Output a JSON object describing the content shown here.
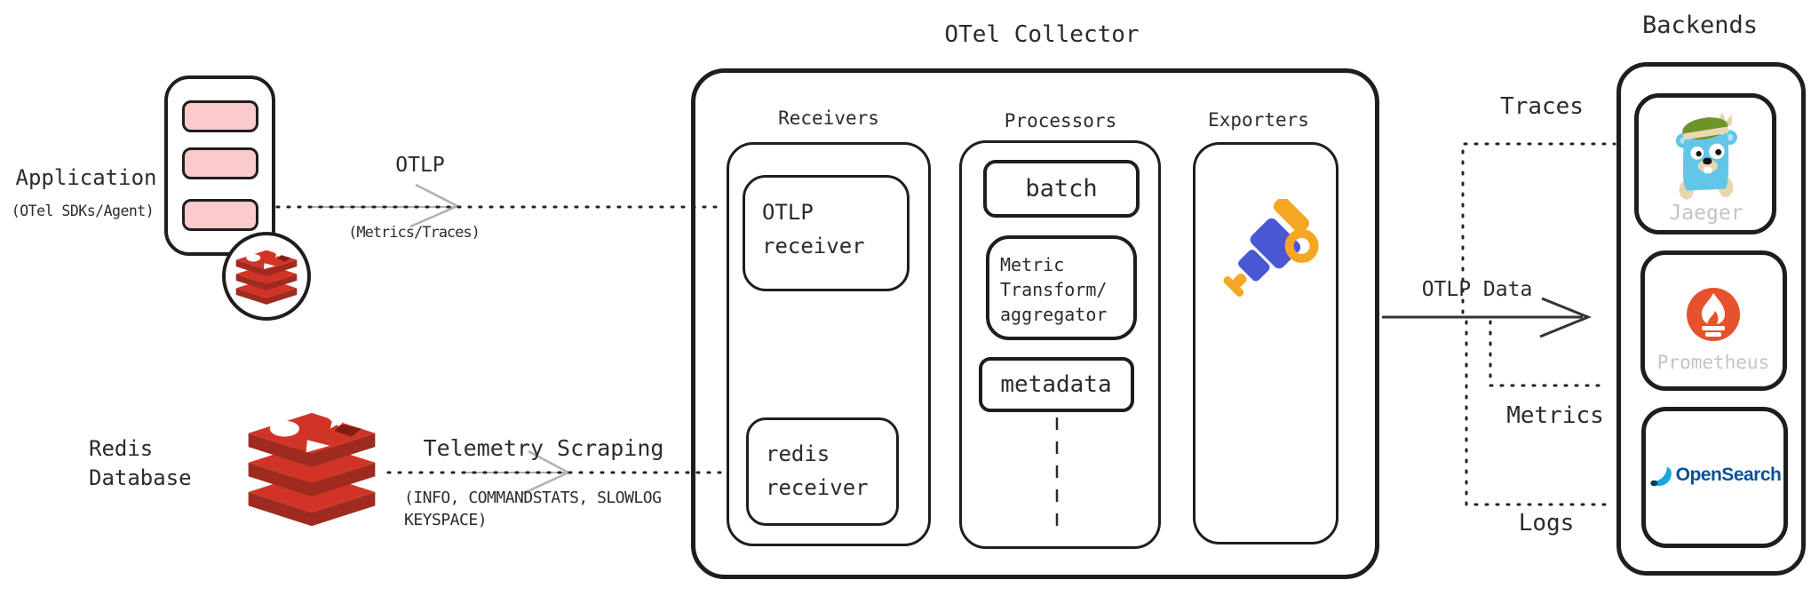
{
  "diagram_title": "OTel Collector",
  "app": {
    "label": "Application",
    "sublabel": "(OTel SDKs/Agent)"
  },
  "redis_db": {
    "label": "Redis\nDatabase"
  },
  "arrows": {
    "otlp": {
      "label": "OTLP",
      "sublabel": "(Metrics/Traces)"
    },
    "scrape": {
      "label": "Telemetry Scraping",
      "sublabel": "(INFO, COMMANDSTATS, SLOWLOG\nKEYSPACE)"
    },
    "otlp_data": {
      "label": "OTLP Data"
    },
    "traces_label": "Traces",
    "metrics_label": "Metrics",
    "logs_label": "Logs"
  },
  "collector": {
    "title": "OTel Collector",
    "receivers": {
      "label": "Receivers",
      "items": [
        "OTLP\nreceiver",
        "redis\nreceiver"
      ]
    },
    "processors": {
      "label": "Processors",
      "items": [
        "batch",
        "Metric\nTransform/\naggregator",
        "metadata"
      ]
    },
    "exporters": {
      "label": "Exporters",
      "icon": "telescope-icon"
    }
  },
  "backends": {
    "title": "Backends",
    "items": [
      {
        "name": "Jaeger",
        "icon": "jaeger-gopher-icon"
      },
      {
        "name": "Prometheus",
        "icon": "prometheus-flame-icon"
      },
      {
        "name": "OpenSearch",
        "icon": "opensearch-swirl-icon"
      }
    ]
  },
  "colors": {
    "stroke_dark": "#1e1e1e",
    "arrow_gray": "#b0b0b0",
    "app_bar_pink": "#fbcaca",
    "redis_red_top": "#d13427",
    "redis_red_front": "#9f2b20",
    "otel_blue": "#4a57d4",
    "otel_orange": "#f5a623",
    "jaeger_blue": "#62c6e8",
    "jaeger_green": "#6e9428",
    "jaeger_tan": "#e8d7ae",
    "prometheus_orange": "#e6522c",
    "opensearch_lightblue": "#1ba6df",
    "opensearch_navy": "#0a5296",
    "backend_label_gray": "#c4c4c4"
  }
}
